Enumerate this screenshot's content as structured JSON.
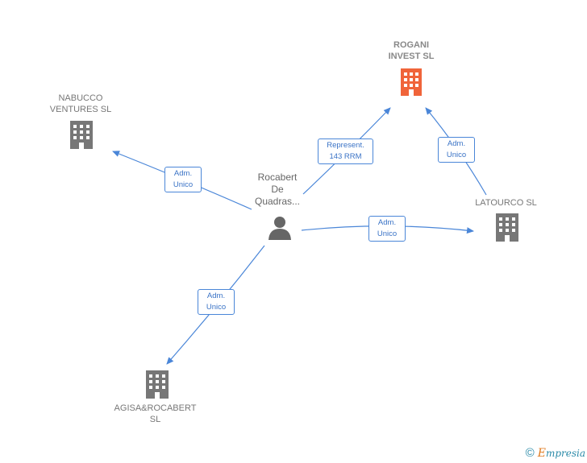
{
  "colors": {
    "edge": "#4a86d8",
    "building": "#777777",
    "building_highlight": "#f0643a",
    "person": "#666666"
  },
  "nodes": {
    "rogani": {
      "line1": "ROGANI",
      "line2": "INVEST  SL",
      "icon": "building-icon"
    },
    "nabucco": {
      "line1": "NABUCCO",
      "line2": "VENTURES  SL",
      "icon": "building-icon"
    },
    "latourco": {
      "line1": "LATOURCO  SL",
      "icon": "building-icon"
    },
    "agisa": {
      "line1": "AGISA&ROCABERT",
      "line2": "SL",
      "icon": "building-icon"
    },
    "person": {
      "line1": "Rocabert",
      "line2": "De",
      "line3": "Quadras...",
      "icon": "person-icon"
    }
  },
  "edges": {
    "to_nabucco": {
      "line1": "Adm.",
      "line2": "Unico"
    },
    "to_rogani": {
      "line1": "Represent.",
      "line2": "143 RRM"
    },
    "latourco_to_rogani": {
      "line1": "Adm.",
      "line2": "Unico"
    },
    "to_latourco": {
      "line1": "Adm.",
      "line2": "Unico"
    },
    "to_agisa": {
      "line1": "Adm.",
      "line2": "Unico"
    }
  },
  "footer": {
    "copyright": "©",
    "brand_first": "E",
    "brand_rest": "mpresia"
  }
}
